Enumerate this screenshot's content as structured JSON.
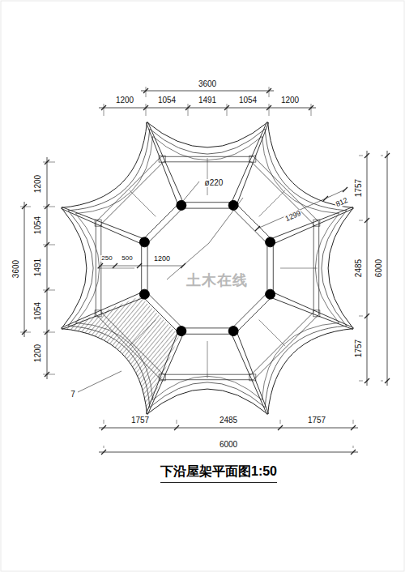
{
  "diagram": {
    "title": "下沿屋架平面图1:50",
    "labels": [
      "3600",
      "1200",
      "1054",
      "1491",
      "1054",
      "1200",
      "1200",
      "1054",
      "1491",
      "1054",
      "1200",
      "3600",
      "1757",
      "2485",
      "1757",
      "6000",
      "ø220",
      "1299",
      "812",
      "250",
      "500",
      "1200",
      "7",
      "1757",
      "2485",
      "1757",
      "6000",
      "土木在线"
    ]
  }
}
